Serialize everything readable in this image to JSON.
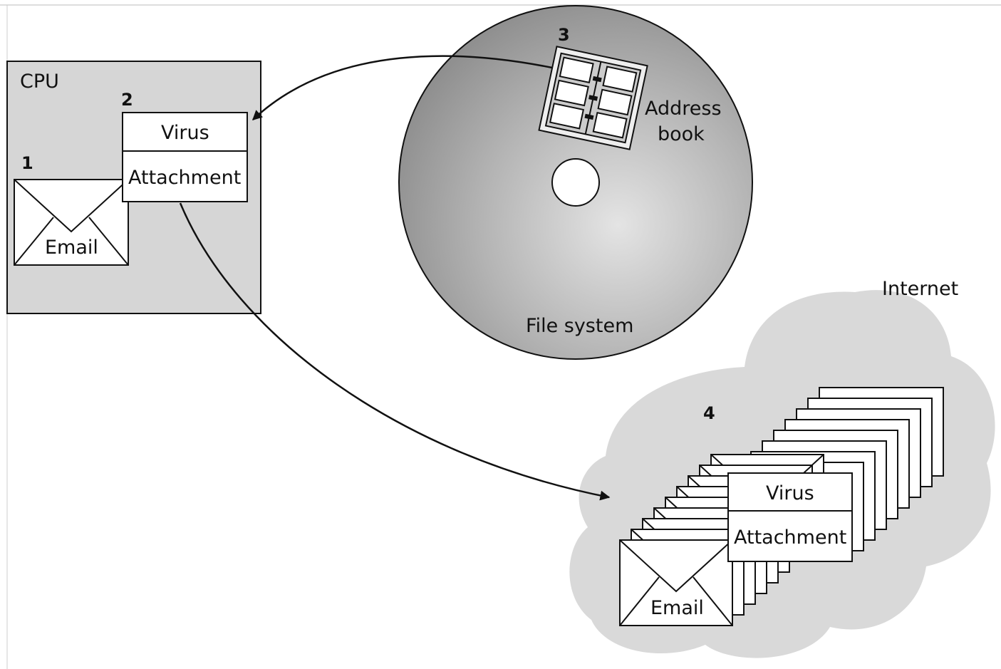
{
  "cpu": {
    "label": "CPU"
  },
  "steps": {
    "one": "1",
    "two": "2",
    "three": "3",
    "four": "4"
  },
  "email_label": "Email",
  "virus_label": "Virus",
  "attachment_label": "Attachment",
  "disk": {
    "address_book_line1": "Address",
    "address_book_line2": "book",
    "label": "File system"
  },
  "internet": {
    "label": "Internet"
  },
  "colors": {
    "cpu_fill": "#d6d6d6",
    "cloud_fill": "#d9d9d9",
    "stroke": "#111111",
    "box_fill": "#ffffff"
  }
}
